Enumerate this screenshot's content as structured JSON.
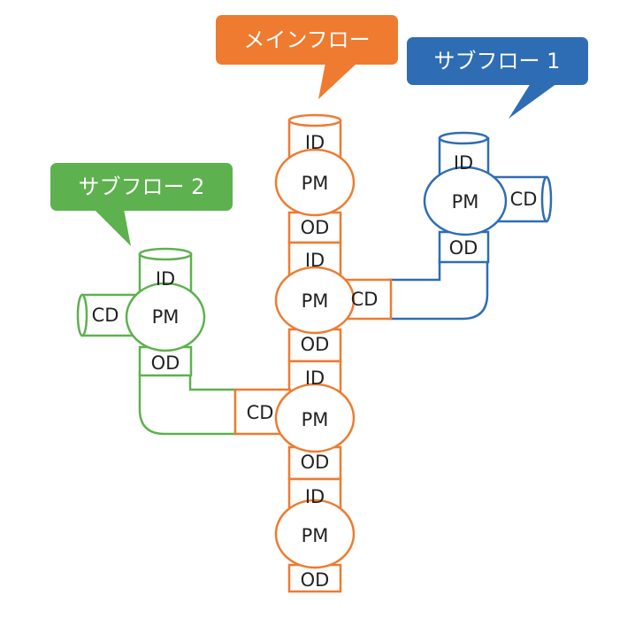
{
  "callouts": {
    "main": "メインフロー",
    "sub1": "サブフロー 1",
    "sub2": "サブフロー 2"
  },
  "labels": {
    "id": "ID",
    "pm": "PM",
    "od": "OD",
    "cd": "CD"
  },
  "colors": {
    "main": "#EE7B30",
    "sub1": "#2E6DB4",
    "sub2": "#5DB14E"
  }
}
